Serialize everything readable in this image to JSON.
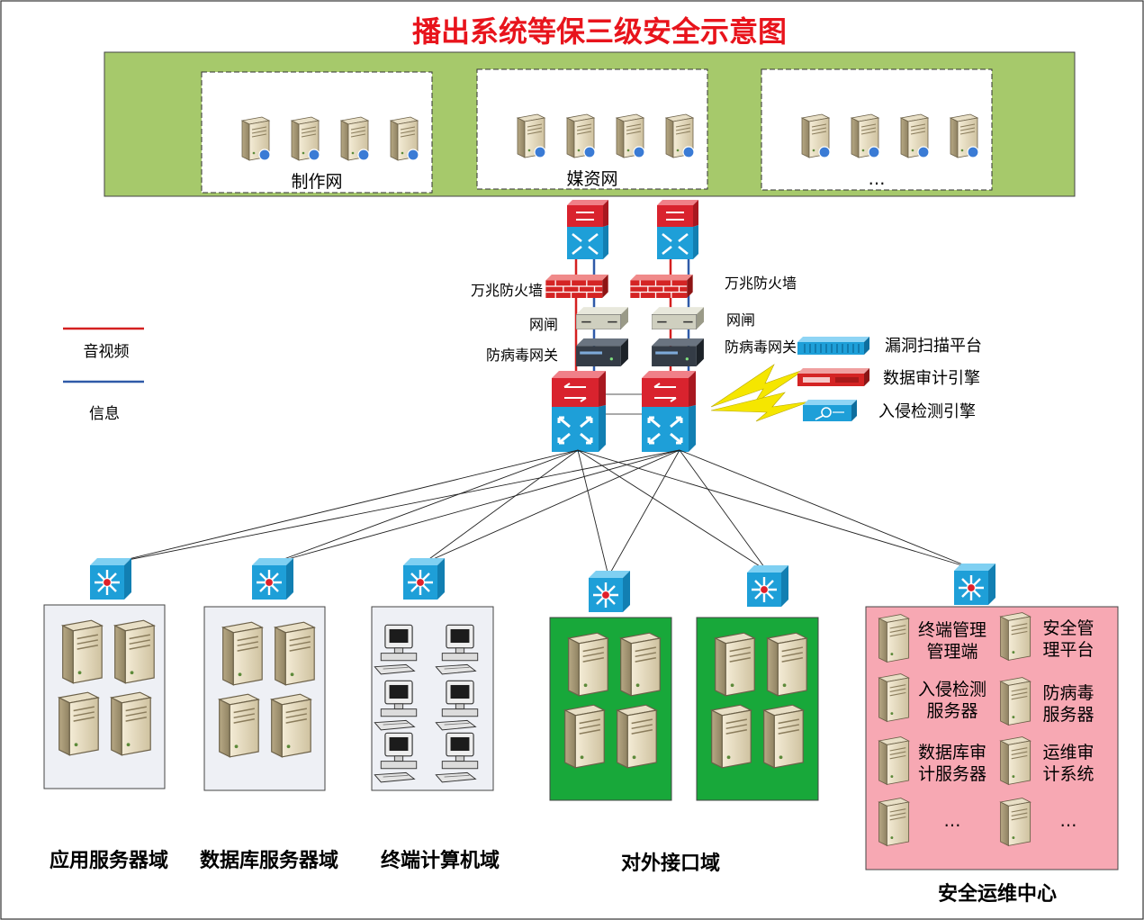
{
  "title": "播出系统等保三级安全示意图",
  "colors": {
    "title": "#e8141c",
    "top_band": "#a6c96b",
    "av_line": "#d42020",
    "info_line": "#2f5aa8",
    "domain_grey": "#eef0f5",
    "domain_green": "#18a83a",
    "domain_pink": "#f7a8b3",
    "switch_blue": "#1e9fd8",
    "switch_red": "#d9232e",
    "lightning": "#f5e600"
  },
  "top_groups": [
    {
      "label": "制作网"
    },
    {
      "label": "媒资网"
    },
    {
      "label": "…"
    }
  ],
  "core": {
    "firewall_label": "万兆防火墙",
    "gatekeeper_label": "网闸",
    "antivirus_label": "防病毒网关"
  },
  "legend": {
    "av_label": "音视频",
    "info_label": "信息"
  },
  "security_devices": [
    {
      "label": "漏洞扫描平台",
      "icon": "scanner-icon"
    },
    {
      "label": "数据审计引擎",
      "icon": "audit-appliance-icon"
    },
    {
      "label": "入侵检测引擎",
      "icon": "ids-appliance-icon"
    }
  ],
  "domains": [
    {
      "label": "应用服务器域",
      "icon": "server-icon"
    },
    {
      "label": "数据库服务器域",
      "icon": "server-icon"
    },
    {
      "label": "终端计算机域",
      "icon": "workstation-icon"
    },
    {
      "label": "对外接口域",
      "icon": "server-icon"
    },
    {
      "label": "安全运维中心",
      "icon": "server-icon"
    }
  ],
  "soc_items": [
    {
      "lines": [
        "终端管理",
        "管理端"
      ]
    },
    {
      "lines": [
        "安全管",
        "理平台"
      ]
    },
    {
      "lines": [
        "入侵检测",
        "服务器"
      ]
    },
    {
      "lines": [
        "防病毒",
        "服务器"
      ]
    },
    {
      "lines": [
        "数据库审",
        "计服务器"
      ]
    },
    {
      "lines": [
        "运维审",
        "计系统"
      ]
    },
    {
      "lines": [
        "…",
        ""
      ]
    },
    {
      "lines": [
        "…",
        ""
      ]
    }
  ]
}
